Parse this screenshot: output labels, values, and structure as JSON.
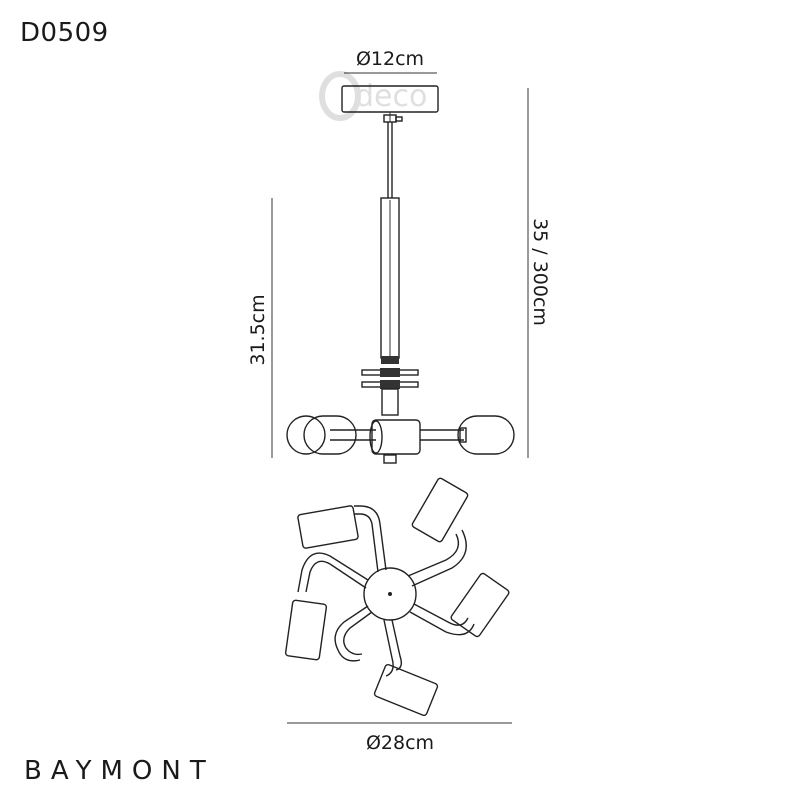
{
  "product_code": "D0509",
  "brand": "BAYMONT",
  "dimensions": {
    "canopy_diameter": "Ø12cm",
    "overall_height": "35 / 300cm",
    "fixture_height": "31.5cm",
    "fixture_diameter": "Ø28cm"
  },
  "watermark": "deco"
}
